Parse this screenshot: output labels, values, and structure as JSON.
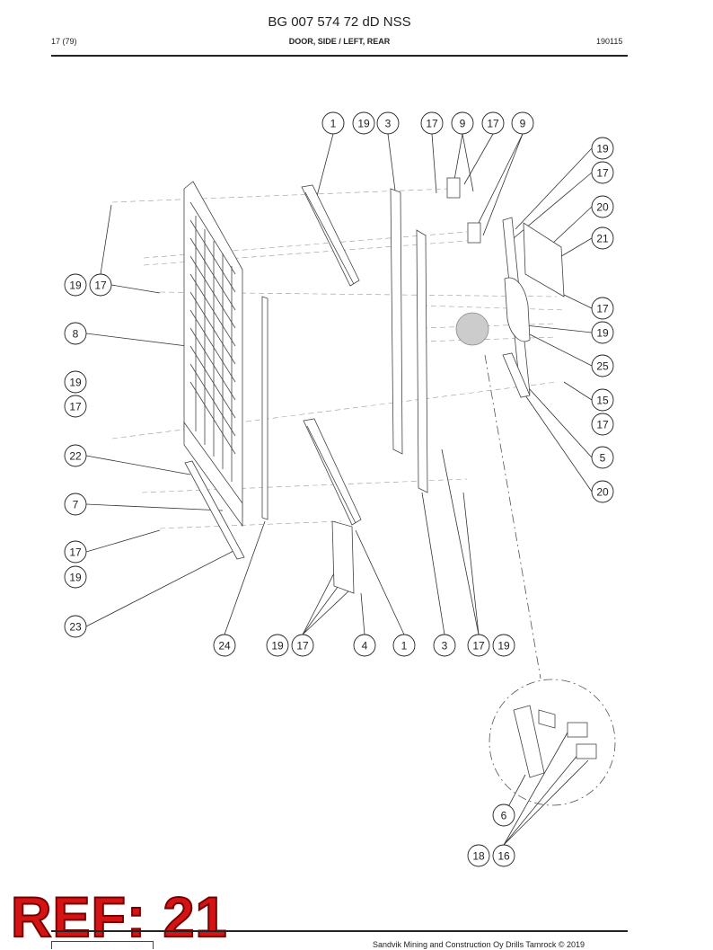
{
  "header": {
    "title": "BG 007 574 72 dD NSS",
    "page": "17 (79)",
    "section": "DOOR, SIDE / LEFT, REAR",
    "date": "190115"
  },
  "callouts": [
    {
      "id": "c1a",
      "label": "1"
    },
    {
      "id": "c19a",
      "label": "19"
    },
    {
      "id": "c3a",
      "label": "3"
    },
    {
      "id": "c17a",
      "label": "17"
    },
    {
      "id": "c9a",
      "label": "9"
    },
    {
      "id": "c17b",
      "label": "17"
    },
    {
      "id": "c9b",
      "label": "9"
    },
    {
      "id": "c19r1",
      "label": "19"
    },
    {
      "id": "c17r1",
      "label": "17"
    },
    {
      "id": "c20r1",
      "label": "20"
    },
    {
      "id": "c21",
      "label": "21"
    },
    {
      "id": "c19l1",
      "label": "19"
    },
    {
      "id": "c17l1",
      "label": "17"
    },
    {
      "id": "c17r2",
      "label": "17"
    },
    {
      "id": "c8",
      "label": "8"
    },
    {
      "id": "c19r2",
      "label": "19"
    },
    {
      "id": "c25",
      "label": "25"
    },
    {
      "id": "c19l2",
      "label": "19"
    },
    {
      "id": "c15",
      "label": "15"
    },
    {
      "id": "c17l2",
      "label": "17"
    },
    {
      "id": "c17r3",
      "label": "17"
    },
    {
      "id": "c22",
      "label": "22"
    },
    {
      "id": "c5",
      "label": "5"
    },
    {
      "id": "c20r2",
      "label": "20"
    },
    {
      "id": "c7",
      "label": "7"
    },
    {
      "id": "c17l3",
      "label": "17"
    },
    {
      "id": "c19l3",
      "label": "19"
    },
    {
      "id": "c23",
      "label": "23"
    },
    {
      "id": "c24",
      "label": "24"
    },
    {
      "id": "c19b",
      "label": "19"
    },
    {
      "id": "c17c",
      "label": "17"
    },
    {
      "id": "c4",
      "label": "4"
    },
    {
      "id": "c1b",
      "label": "1"
    },
    {
      "id": "c3b",
      "label": "3"
    },
    {
      "id": "c17d",
      "label": "17"
    },
    {
      "id": "c19c",
      "label": "19"
    },
    {
      "id": "c6",
      "label": "6"
    },
    {
      "id": "c18",
      "label": "18"
    },
    {
      "id": "c16",
      "label": "16"
    }
  ],
  "watermark": "REF: 21",
  "footer": {
    "copyright": "Sandvik Mining and Construction Oy Drills Tamrock © 2019"
  }
}
